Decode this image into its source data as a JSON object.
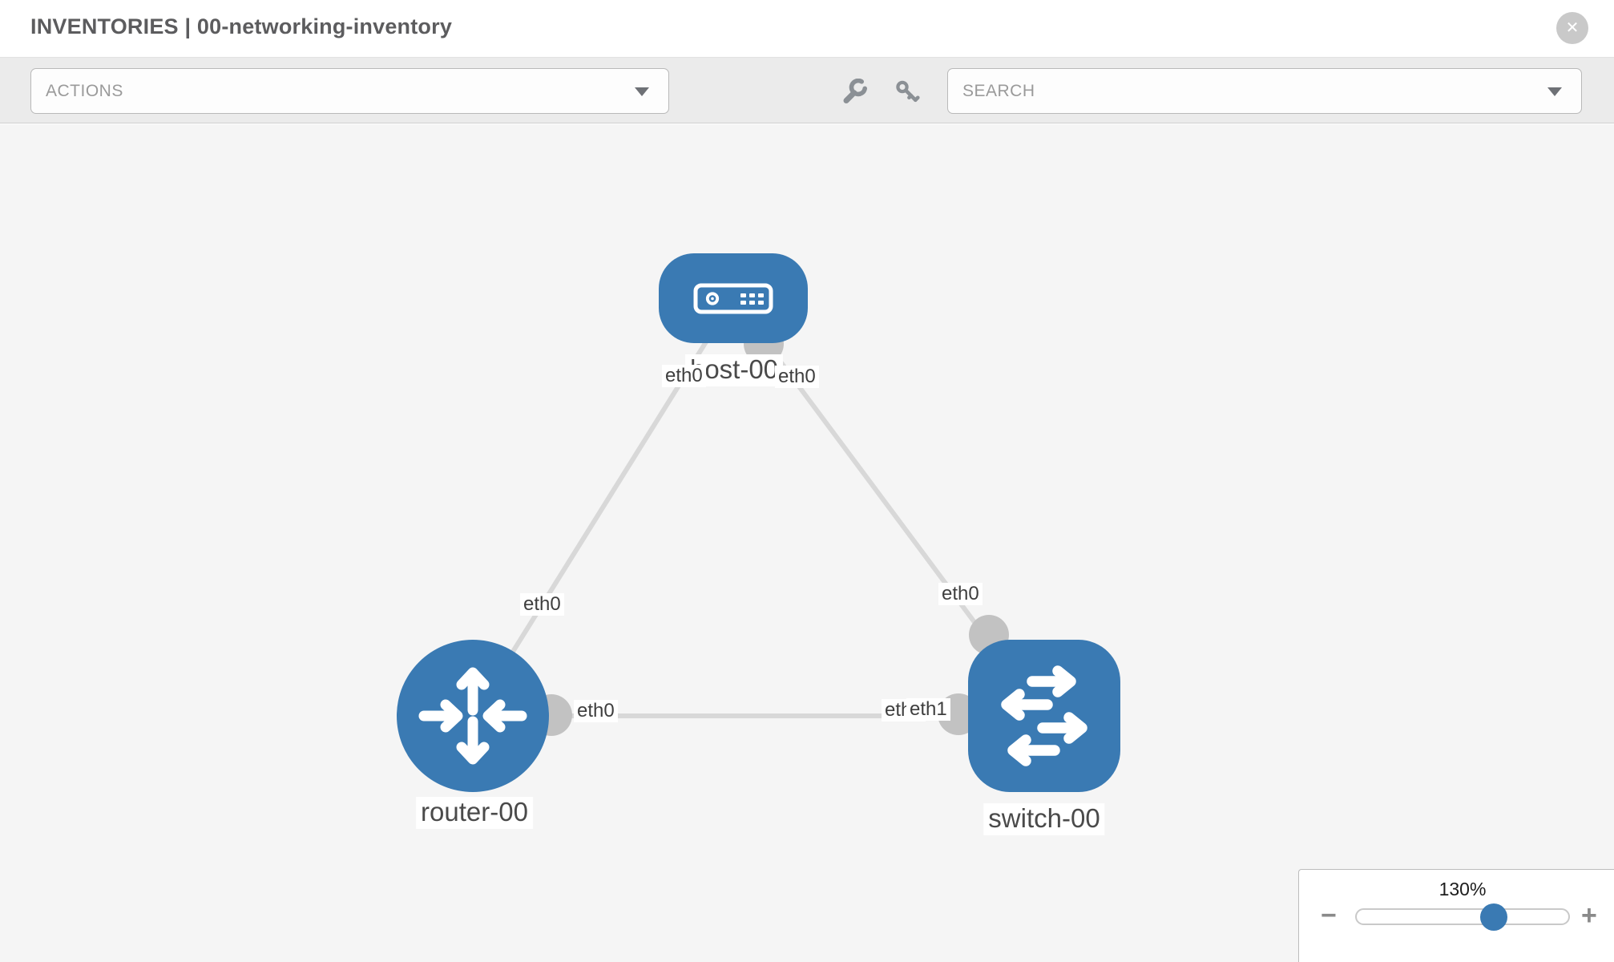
{
  "header": {
    "title": "INVENTORIES | 00-networking-inventory",
    "close_glyph": "✕"
  },
  "toolbar": {
    "actions_label": "ACTIONS",
    "search_label": "SEARCH"
  },
  "topology": {
    "nodes": [
      {
        "id": "host-00",
        "type": "host",
        "label": "host-00"
      },
      {
        "id": "router-00",
        "type": "router",
        "label": "router-00"
      },
      {
        "id": "switch-00",
        "type": "switch",
        "label": "switch-00"
      }
    ],
    "links": [
      {
        "from": "host-00",
        "to": "router-00",
        "from_port": "eth0",
        "to_port": "eth0"
      },
      {
        "from": "host-00",
        "to": "switch-00",
        "from_port": "eth0",
        "to_port": "eth0"
      },
      {
        "from": "router-00",
        "to": "switch-00",
        "from_port": "eth0",
        "to_port": "eth1",
        "overlapped_label": "eth0"
      }
    ]
  },
  "zoom_control": {
    "value": "130%",
    "percent": 130,
    "zoom_out_glyph": "−",
    "zoom_in_glyph": "+"
  },
  "colors": {
    "node_blue": "#3a7ab3",
    "link_gray": "#d8d8d8",
    "endpoint_gray": "#c2c2c2",
    "canvas_bg": "#f5f5f5",
    "toolbar_bg": "#ebebeb"
  }
}
